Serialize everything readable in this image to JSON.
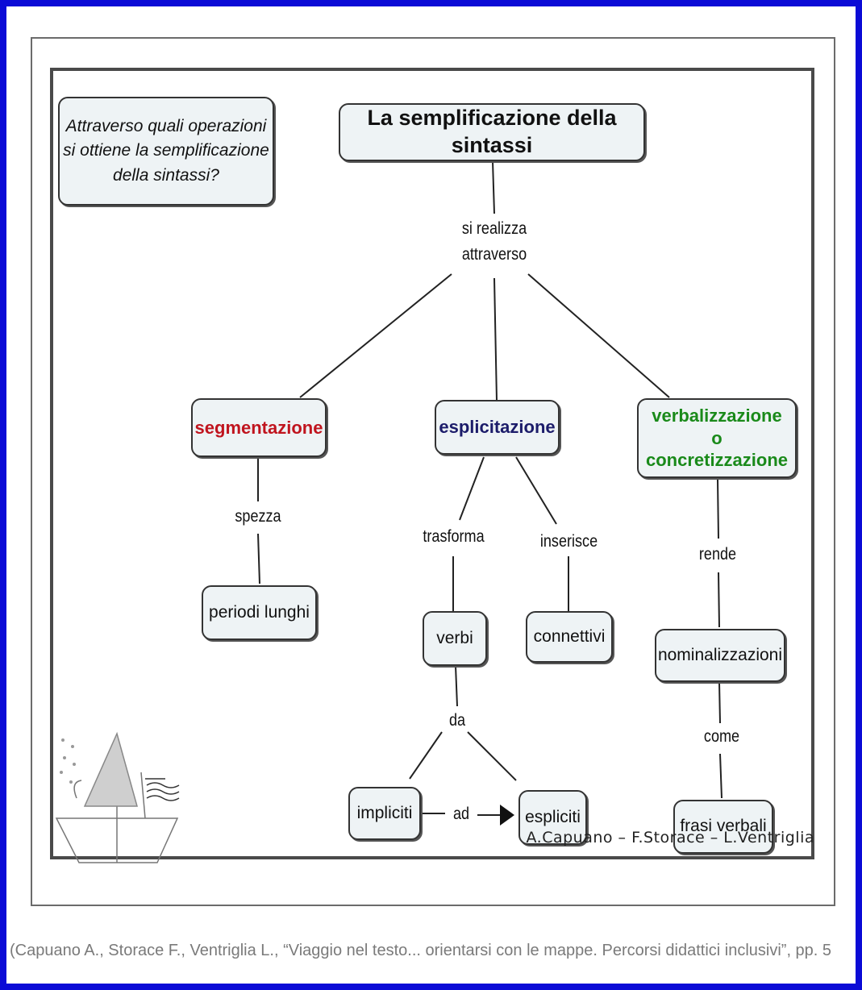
{
  "map": {
    "question": "Attraverso quali operazioni si ottiene la semplificazione della sintassi?",
    "question_lines": [
      "Attraverso quali operazioni",
      "si ottiene la semplificazione",
      "della sintassi?"
    ],
    "root": "La semplificazione della sintassi",
    "root_link": [
      "si realizza",
      "attraverso"
    ],
    "branches": {
      "segmentazione": {
        "label": "segmentazione",
        "link": "spezza",
        "target": "periodi lunghi"
      },
      "esplicitazione": {
        "label": "esplicitazione",
        "link_left": "trasforma",
        "target_left": "verbi",
        "link_verbi": "da",
        "from_node": "impliciti",
        "arrow_link": "ad",
        "to_node": "espliciti",
        "link_right": "inserisce",
        "target_right": "connettivi"
      },
      "verbalizzazione": {
        "label_lines": [
          "verbalizzazione",
          "o concretizzazione"
        ],
        "link": "rende",
        "target": "nominalizzazioni",
        "link2": "come",
        "target2": "frasi verbali"
      }
    },
    "colors": {
      "segmentazione": "#c0141e",
      "esplicitazione": "#1c1c6a",
      "verbalizzazione": "#1a8a1a",
      "frame": "#0b0bd6"
    }
  },
  "authors": "A.Capuano – F.Storace – L.Ventriglia",
  "caption": "(Capuano A., Storace F., Ventriglia L., “Viaggio nel testo... orientarsi con le mappe. Percorsi didattici inclusivi”, pp. 5"
}
